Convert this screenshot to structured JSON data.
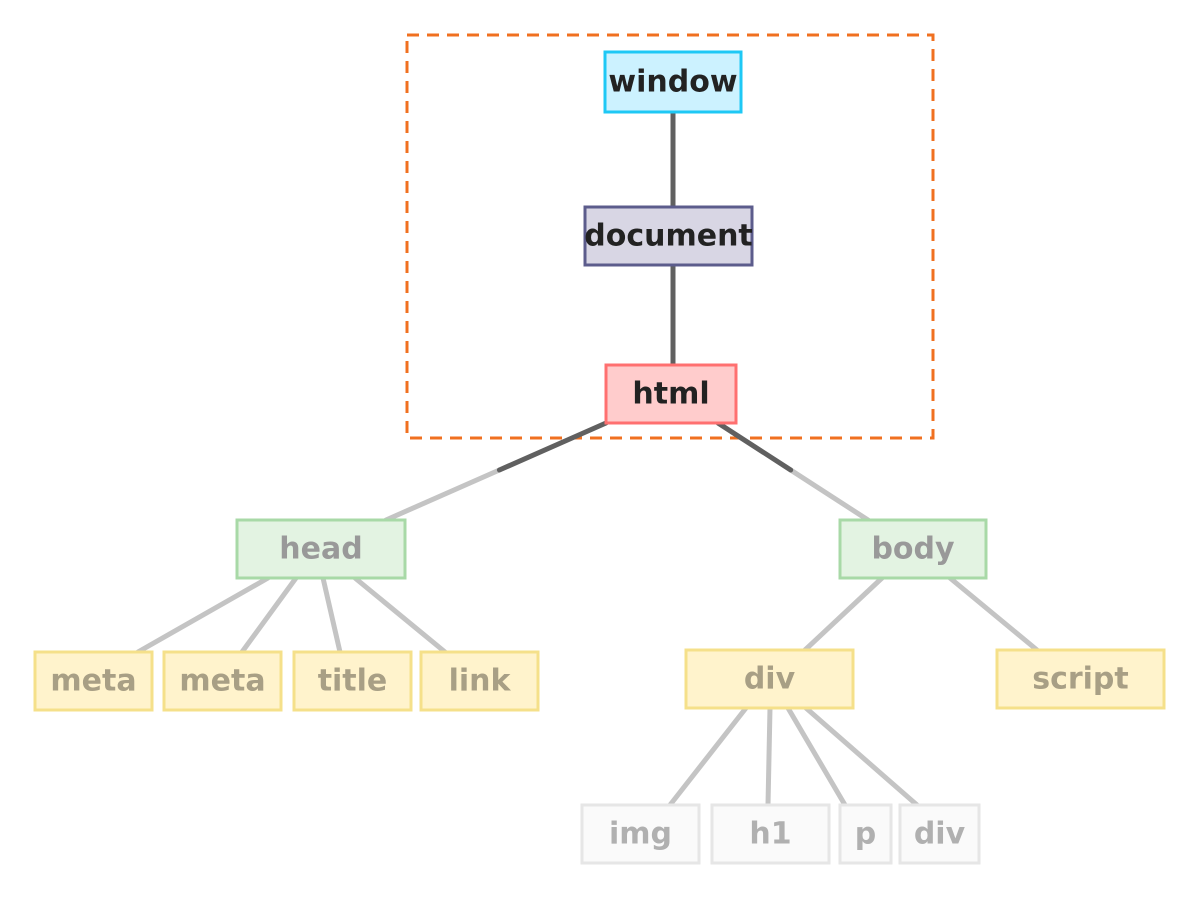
{
  "diagram": {
    "nodes": [
      {
        "id": "window",
        "label": "window",
        "level": "top",
        "fill": "#ccf2ff",
        "stroke": "#1ec8f5",
        "text": "#222222"
      },
      {
        "id": "document",
        "label": "document",
        "level": "top",
        "fill": "#d8d6e4",
        "stroke": "#5c5c8c",
        "text": "#222222"
      },
      {
        "id": "html",
        "label": "html",
        "level": "top",
        "fill": "#ffcccc",
        "stroke": "#ff7070",
        "text": "#222222"
      },
      {
        "id": "head",
        "label": "head",
        "level": "second",
        "fill": "#e3f3e2",
        "stroke": "#a8d9a7",
        "text": "#999999"
      },
      {
        "id": "body",
        "label": "body",
        "level": "second",
        "fill": "#e3f3e2",
        "stroke": "#a8d9a7",
        "text": "#999999"
      },
      {
        "id": "meta1",
        "label": "meta",
        "level": "third",
        "fill": "#fff3cc",
        "stroke": "#f5e08a",
        "text": "#a89f85"
      },
      {
        "id": "meta2",
        "label": "meta",
        "level": "third",
        "fill": "#fff3cc",
        "stroke": "#f5e08a",
        "text": "#a89f85"
      },
      {
        "id": "title",
        "label": "title",
        "level": "third",
        "fill": "#fff3cc",
        "stroke": "#f5e08a",
        "text": "#a89f85"
      },
      {
        "id": "link",
        "label": "link",
        "level": "third",
        "fill": "#fff3cc",
        "stroke": "#f5e08a",
        "text": "#a89f85"
      },
      {
        "id": "div1",
        "label": "div",
        "level": "third",
        "fill": "#fff3cc",
        "stroke": "#f5e08a",
        "text": "#a89f85"
      },
      {
        "id": "script",
        "label": "script",
        "level": "third",
        "fill": "#fff3cc",
        "stroke": "#f5e08a",
        "text": "#a89f85"
      },
      {
        "id": "img",
        "label": "img",
        "level": "fourth",
        "fill": "#fafafa",
        "stroke": "#e6e6e6",
        "text": "#b0b0b0"
      },
      {
        "id": "h1",
        "label": "h1",
        "level": "fourth",
        "fill": "#fafafa",
        "stroke": "#e6e6e6",
        "text": "#b0b0b0"
      },
      {
        "id": "p",
        "label": "p",
        "level": "fourth",
        "fill": "#fafafa",
        "stroke": "#e6e6e6",
        "text": "#b0b0b0"
      },
      {
        "id": "div2",
        "label": "div",
        "level": "fourth",
        "fill": "#fafafa",
        "stroke": "#e6e6e6",
        "text": "#b0b0b0"
      }
    ],
    "edges": [
      {
        "from": "window",
        "to": "document"
      },
      {
        "from": "document",
        "to": "html"
      },
      {
        "from": "html",
        "to": "head"
      },
      {
        "from": "html",
        "to": "body"
      },
      {
        "from": "head",
        "to": "meta1"
      },
      {
        "from": "head",
        "to": "meta2"
      },
      {
        "from": "head",
        "to": "title"
      },
      {
        "from": "head",
        "to": "link"
      },
      {
        "from": "body",
        "to": "div1"
      },
      {
        "from": "body",
        "to": "script"
      },
      {
        "from": "div1",
        "to": "img"
      },
      {
        "from": "div1",
        "to": "h1"
      },
      {
        "from": "div1",
        "to": "p"
      },
      {
        "from": "div1",
        "to": "div2"
      }
    ],
    "highlight_group": {
      "members": [
        "window",
        "document",
        "html"
      ],
      "stroke": "#f07020"
    },
    "edge_colors": {
      "dark": "#606060",
      "light": "#c4c4c4"
    }
  }
}
